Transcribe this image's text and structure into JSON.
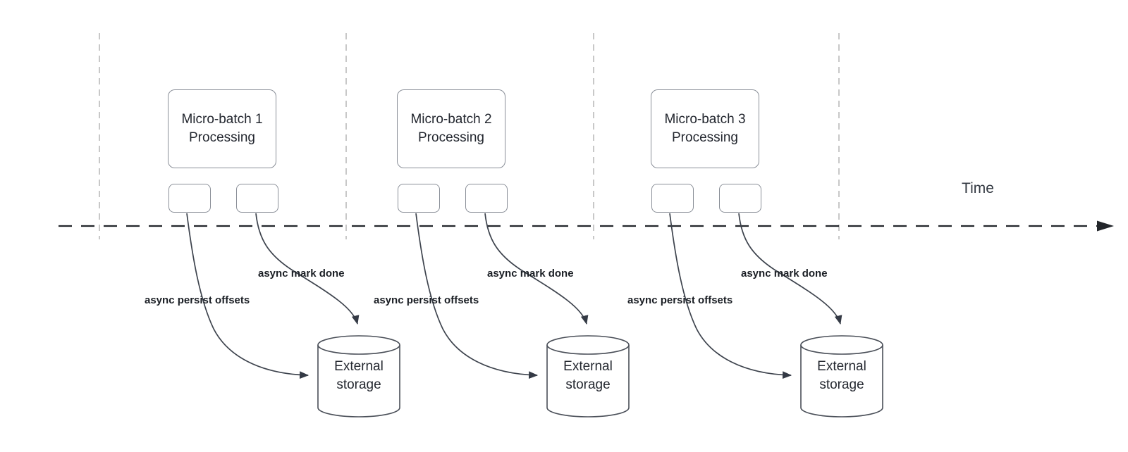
{
  "diagram": {
    "time_label": "Time",
    "sections": [
      {
        "title": "Micro-batch 1",
        "subtitle": "Processing",
        "persist_label": "async persist offsets",
        "done_label": "async mark done",
        "storage_line1": "External",
        "storage_line2": "storage"
      },
      {
        "title": "Micro-batch 2",
        "subtitle": "Processing",
        "persist_label": "async persist offsets",
        "done_label": "async mark done",
        "storage_line1": "External",
        "storage_line2": "storage"
      },
      {
        "title": "Micro-batch 3",
        "subtitle": "Processing",
        "persist_label": "async persist offsets",
        "done_label": "async mark done",
        "storage_line1": "External",
        "storage_line2": "storage"
      }
    ],
    "colors": {
      "background": "#ffffff",
      "arrow_stroke": "#3d434d",
      "box_border": "#8a8f98",
      "guide_line": "#b5b5b5",
      "timeline": "#23262b",
      "box_text": "#23272f",
      "label_text": "#1a1e24"
    }
  }
}
